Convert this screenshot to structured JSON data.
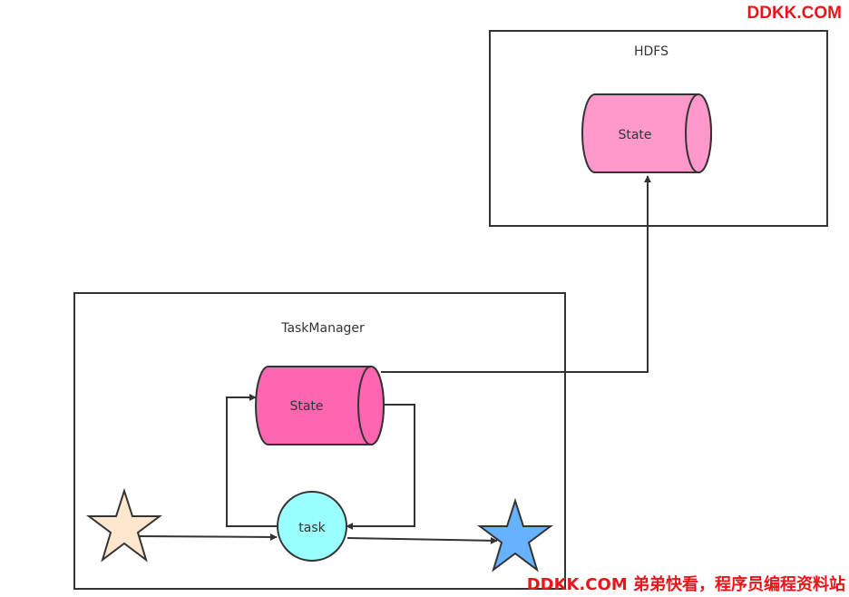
{
  "watermark": {
    "top": "DDKK.COM",
    "bottom": "DDKK.COM 弟弟快看，程序员编程资料站"
  },
  "hdfs": {
    "title": "HDFS",
    "state_label": "State"
  },
  "taskmanager": {
    "title": "TaskManager",
    "state_label": "State",
    "task_label": "task"
  },
  "colors": {
    "hdfs_state_fill": "#ff99cc",
    "tm_state_fill": "#ff66b2",
    "task_fill": "#99ffff",
    "source_star_fill": "#ffe6cc",
    "sink_star_fill": "#66b2ff",
    "stroke": "#333333",
    "watermark": "#e8151b"
  },
  "icons": {
    "source": "star-icon",
    "sink": "star-icon"
  }
}
